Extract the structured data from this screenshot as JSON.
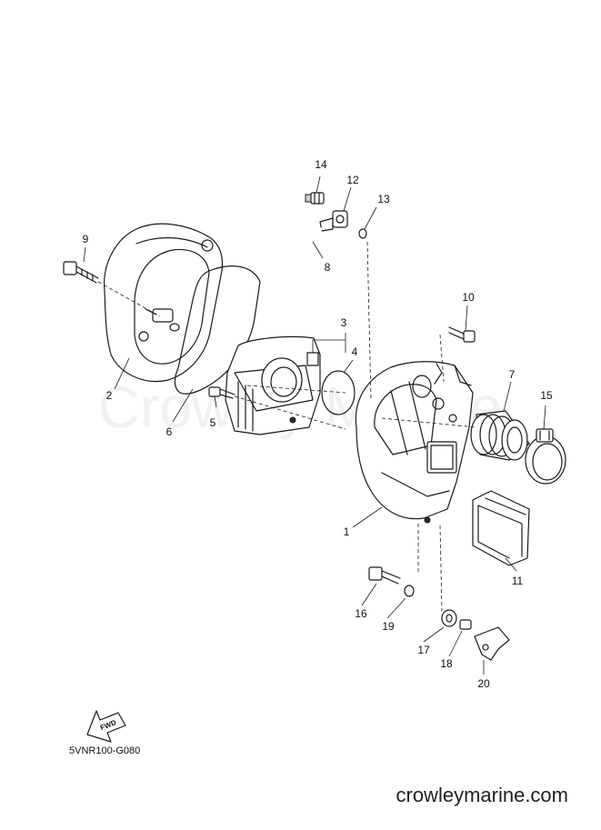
{
  "diagram": {
    "drawing_code": "5VNR100-G080",
    "site_url": "crowleymarine.com",
    "watermark": "Crowley Marine",
    "fwd_label": "FWD",
    "callouts": [
      {
        "id": "1",
        "label": "1"
      },
      {
        "id": "2",
        "label": "2"
      },
      {
        "id": "3",
        "label": "3"
      },
      {
        "id": "4",
        "label": "4"
      },
      {
        "id": "5",
        "label": "5"
      },
      {
        "id": "6",
        "label": "6"
      },
      {
        "id": "7",
        "label": "7"
      },
      {
        "id": "8",
        "label": "8"
      },
      {
        "id": "9",
        "label": "9"
      },
      {
        "id": "10",
        "label": "10"
      },
      {
        "id": "11",
        "label": "11"
      },
      {
        "id": "12",
        "label": "12"
      },
      {
        "id": "13",
        "label": "13"
      },
      {
        "id": "14",
        "label": "14"
      },
      {
        "id": "15",
        "label": "15"
      },
      {
        "id": "16",
        "label": "16"
      },
      {
        "id": "17",
        "label": "17"
      },
      {
        "id": "18",
        "label": "18"
      },
      {
        "id": "19",
        "label": "19"
      },
      {
        "id": "20",
        "label": "20"
      }
    ]
  }
}
